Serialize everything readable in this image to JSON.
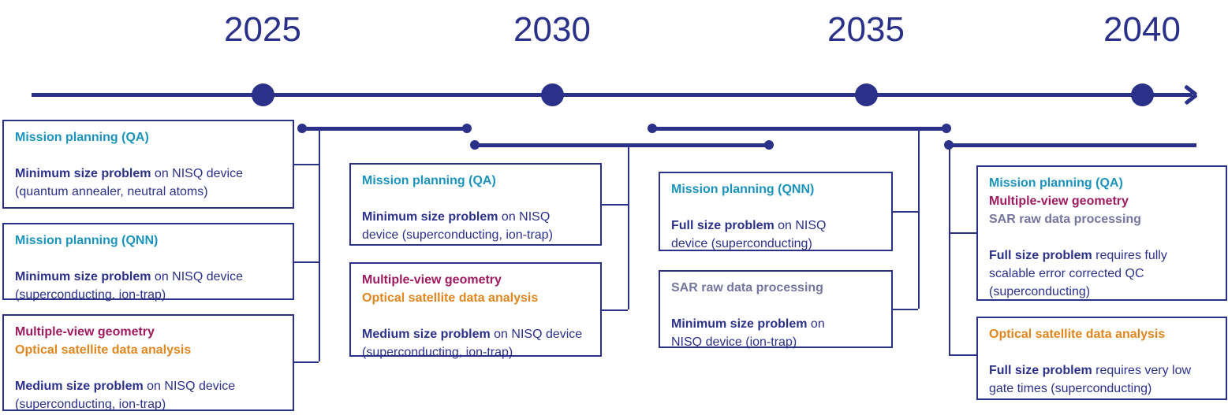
{
  "colors": {
    "navy_line": "#2B3189",
    "teal_heading": "#1B93BC",
    "crimson_heading": "#9E1B5F",
    "orange_heading": "#DF861E",
    "slate_heading": "#75759E"
  },
  "timeline": {
    "years": [
      {
        "label": "2025"
      },
      {
        "label": "2030"
      },
      {
        "label": "2035"
      },
      {
        "label": "2040"
      }
    ]
  },
  "columns": [
    {
      "boxes": [
        {
          "headings": [
            {
              "text": "Mission planning (QA)",
              "color": "#1B93BC"
            }
          ],
          "body_lead": "Minimum size problem",
          "body_rest": " on NISQ device (quantum annealer, neutral atoms)"
        },
        {
          "headings": [
            {
              "text": "Mission planning (QNN)",
              "color": "#1B93BC"
            }
          ],
          "body_lead": "Minimum size problem",
          "body_rest": " on NISQ device (superconducting, ion-trap)"
        },
        {
          "headings": [
            {
              "text": "Multiple-view geometry",
              "color": "#9E1B5F"
            },
            {
              "text": "Optical satellite data analysis",
              "color": "#DF861E"
            }
          ],
          "body_lead": "Medium size problem",
          "body_rest": " on NISQ device (superconducting, ion-trap)"
        }
      ]
    },
    {
      "boxes": [
        {
          "headings": [
            {
              "text": "Mission planning (QA)",
              "color": "#1B93BC"
            }
          ],
          "body_lead": "Minimum size problem",
          "body_rest": " on NISQ device (superconducting, ion-trap)"
        },
        {
          "headings": [
            {
              "text": "Multiple-view geometry",
              "color": "#9E1B5F"
            },
            {
              "text": "Optical satellite data analysis",
              "color": "#DF861E"
            }
          ],
          "body_lead": "Medium size problem",
          "body_rest": " on NISQ device (superconducting, ion-trap)"
        }
      ]
    },
    {
      "boxes": [
        {
          "headings": [
            {
              "text": "Mission planning (QNN)",
              "color": "#1B93BC"
            }
          ],
          "body_lead": "Full size problem",
          "body_rest": " on NISQ device (superconducting)"
        },
        {
          "headings": [
            {
              "text": "SAR raw data processing",
              "color": "#75759E"
            }
          ],
          "body_lead": "Minimum size problem",
          "body_rest": " on NISQ device (ion-trap)"
        }
      ]
    },
    {
      "boxes": [
        {
          "headings": [
            {
              "text": "Mission planning (QA)",
              "color": "#1B93BC"
            },
            {
              "text": "Multiple-view geometry",
              "color": "#9E1B5F"
            },
            {
              "text": "SAR raw data processing",
              "color": "#75759E"
            }
          ],
          "body_lead": "Full size problem",
          "body_rest": " requires fully scalable error corrected QC (superconducting)"
        },
        {
          "headings": [
            {
              "text": "Optical satellite data analysis",
              "color": "#DF861E"
            }
          ],
          "body_lead": "Full size problem",
          "body_rest": " requires very low gate times (superconducting)"
        }
      ]
    }
  ]
}
